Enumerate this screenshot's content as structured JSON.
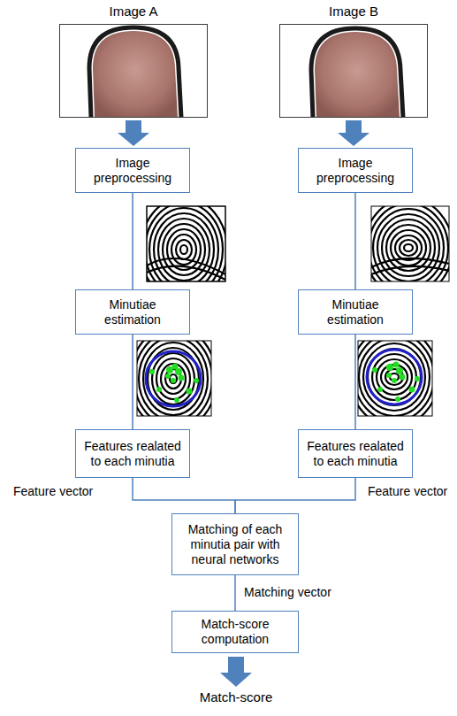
{
  "diagram": {
    "nodes": [
      {
        "text": [
          "Image A"
        ]
      },
      {
        "text": [
          "Image B"
        ]
      },
      {
        "text": [
          "Image preprocessing"
        ]
      },
      {
        "text": [
          "Image preprocessing"
        ]
      },
      {
        "text": [
          "Minutiae estimation"
        ]
      },
      {
        "text": [
          "Minutiae estimation"
        ]
      },
      {
        "text": [
          "Features realated to each minutia"
        ]
      },
      {
        "text": [
          "Features realated to each minutia"
        ]
      },
      {
        "text": [
          "Matching of each minutia pair with neural networks"
        ]
      },
      {
        "text": [
          "Match-score computation"
        ]
      }
    ],
    "edges": [
      {
        "from": 0,
        "to": 2,
        "arrow": "to"
      },
      {
        "from": 1,
        "to": 3,
        "arrow": "to"
      },
      {
        "from": 2,
        "to": 4,
        "arrow": "none"
      },
      {
        "from": 3,
        "to": 5,
        "arrow": "none"
      },
      {
        "from": 4,
        "to": 6,
        "arrow": "none"
      },
      {
        "from": 5,
        "to": 7,
        "arrow": "none"
      },
      {
        "from": 6,
        "to": 8,
        "label": "Feature vector",
        "arrow": "none"
      },
      {
        "from": 7,
        "to": 8,
        "label": "Feature vector",
        "arrow": "none"
      },
      {
        "from": 8,
        "to": 9,
        "label": "Matching vector",
        "arrow": "none"
      }
    ],
    "labels": [
      "Match-score"
    ]
  }
}
